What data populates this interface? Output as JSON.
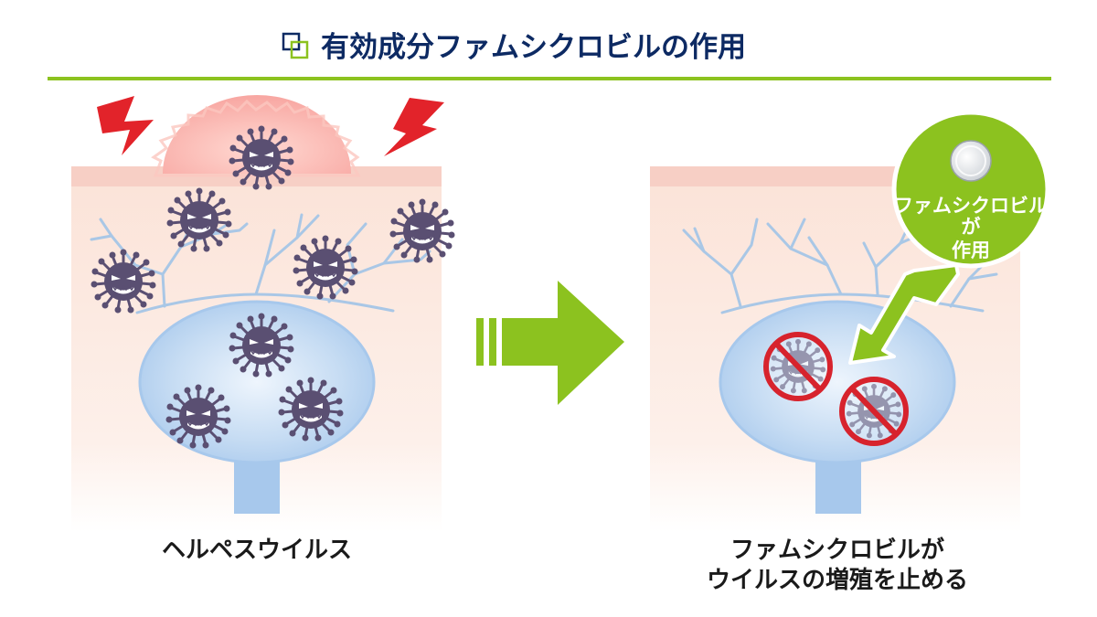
{
  "title": "有効成分ファムシクロビルの作用",
  "left_panel": {
    "caption": "ヘルペスウイルス"
  },
  "right_panel": {
    "caption_line1": "ファムシクロビルが",
    "caption_line2": "ウイルスの増殖を止める",
    "bubble_line1": "ファムシクロビル",
    "bubble_line2": "が",
    "bubble_line3": "作用"
  },
  "colors": {
    "title": "#0d2a63",
    "accent_green": "#8cc21f",
    "skin_top": "#f7cfc5",
    "skin_fill": "#fbe4da",
    "vessel": "#a9c7e6",
    "follicle": "#a7c8ec",
    "virus": "#5a4f72",
    "inflammation": "#f8a6a1",
    "lightning": "#e2232a",
    "prohibit": "#d7232d"
  },
  "icons": [
    "title-square-icon",
    "lightning-icon",
    "virus-icon",
    "tablet-icon",
    "prohibit-icon",
    "arrow-right-icon"
  ]
}
